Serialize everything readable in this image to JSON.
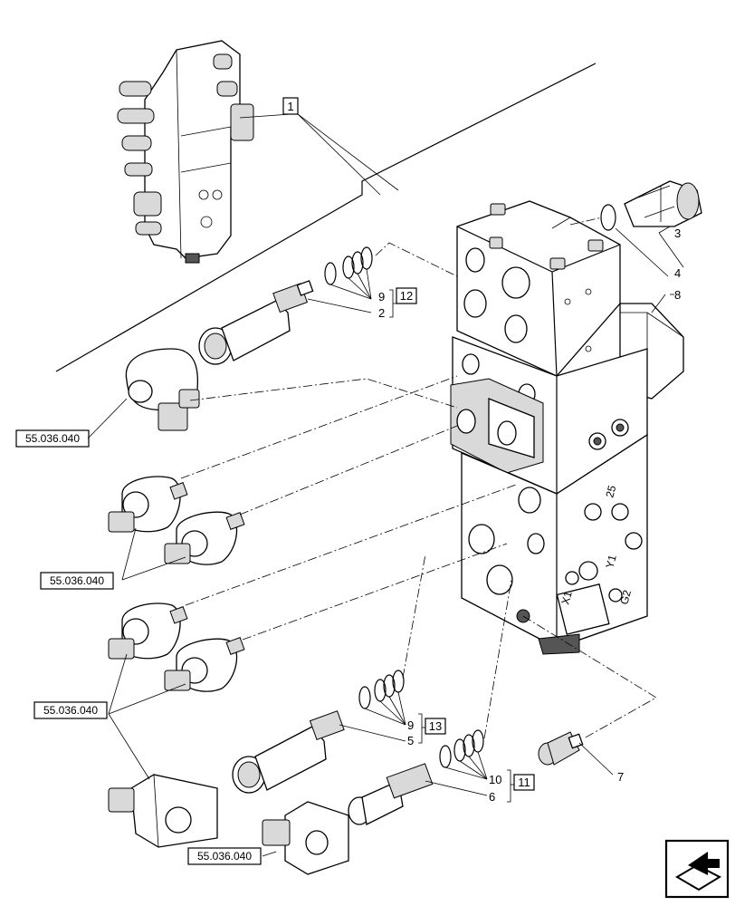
{
  "callouts": {
    "c1": "1",
    "c2": "2",
    "c3": "3",
    "c4": "4",
    "c5": "5",
    "c6": "6",
    "c7": "7",
    "c8": "8",
    "c9a": "9",
    "c9b": "9",
    "c10": "10",
    "c11": "11",
    "c12": "12",
    "c13": "13"
  },
  "references": {
    "r1": "55.036.040",
    "r2": "55.036.040",
    "r3": "55.036.040",
    "r4": "55.036.040"
  },
  "block_markings": {
    "port_25": "25",
    "port_x1": "X1",
    "port_y1": "Y1",
    "port_g2": "G2"
  },
  "icons": {
    "nav": "next-page-arrow-icon"
  }
}
